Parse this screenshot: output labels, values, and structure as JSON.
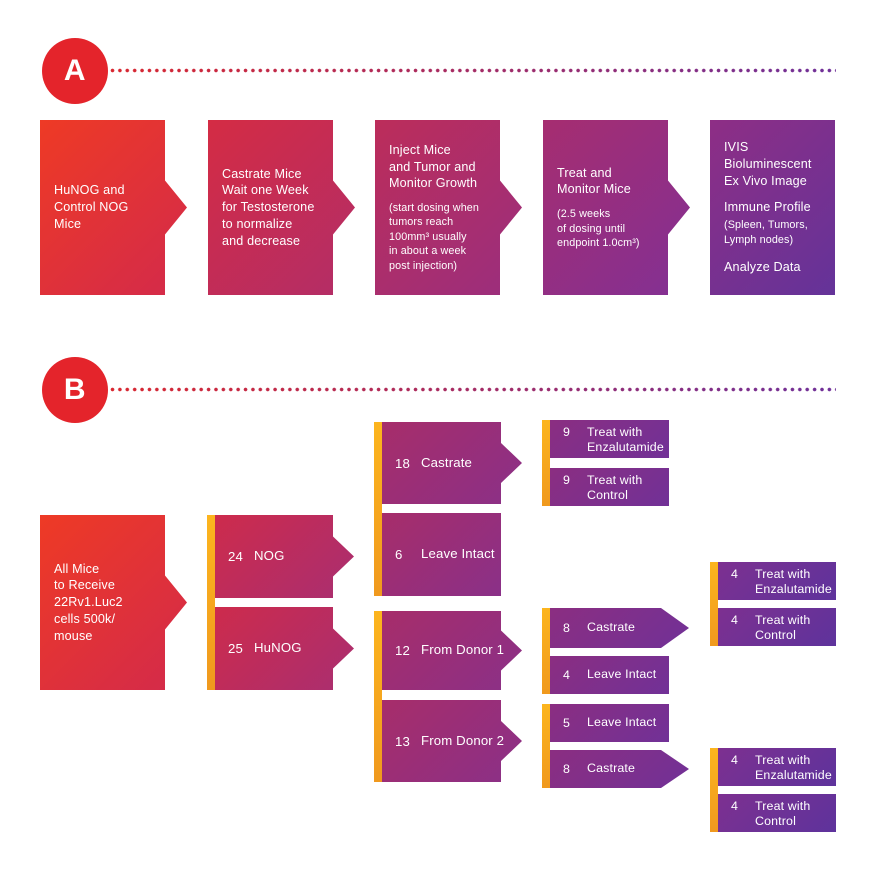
{
  "colors": {
    "accent_red": "#e4242b",
    "divider_gradient_start": "#d92730",
    "divider_gradient_end": "#6f3099",
    "group_bar_yellow": "#f7a722",
    "text": "#ffffff"
  },
  "sections": {
    "a": {
      "marker": "A",
      "steps": [
        {
          "title": "HuNOG and\nControl NOG\nMice"
        },
        {
          "title": "Castrate Mice\nWait one Week\nfor Testosterone\nto normalize\nand decrease"
        },
        {
          "title": "Inject Mice\nand Tumor and\nMonitor Growth",
          "note": "(start dosing when\ntumors reach\n100mm³ usually\nin about a week\npost injection)"
        },
        {
          "title": "Treat and\nMonitor Mice",
          "note": "(2.5 weeks\nof dosing until\nendpoint 1.0cm³)"
        },
        {
          "title": "IVIS\nBioluminescent\nEx Vivo Image",
          "extra": "Immune Profile",
          "extra_note": "(Spleen, Tumors,\nLymph nodes)",
          "footer": "Analyze Data"
        }
      ]
    },
    "b": {
      "marker": "B",
      "root": "All Mice\nto Receive\n22Rv1.Luc2\ncells 500k/\nmouse",
      "nodes": [
        {
          "count": "24",
          "label": "NOG"
        },
        {
          "count": "25",
          "label": "HuNOG"
        },
        {
          "count": "18",
          "label": "Castrate"
        },
        {
          "count": "6",
          "label": "Leave Intact"
        },
        {
          "count": "12",
          "label": "From Donor 1"
        },
        {
          "count": "13",
          "label": "From Donor 2"
        },
        {
          "count": "9",
          "label": "Treat with\nEnzalutamide"
        },
        {
          "count": "9",
          "label": "Treat with\nControl"
        },
        {
          "count": "8",
          "label": "Castrate"
        },
        {
          "count": "4",
          "label": "Leave Intact"
        },
        {
          "count": "5",
          "label": "Leave Intact"
        },
        {
          "count": "8",
          "label": "Castrate"
        },
        {
          "count": "4",
          "label": "Treat with\nEnzalutamide"
        },
        {
          "count": "4",
          "label": "Treat with\nControl"
        },
        {
          "count": "4",
          "label": "Treat with\nEnzalutamide"
        },
        {
          "count": "4",
          "label": "Treat with\nControl"
        }
      ]
    }
  }
}
